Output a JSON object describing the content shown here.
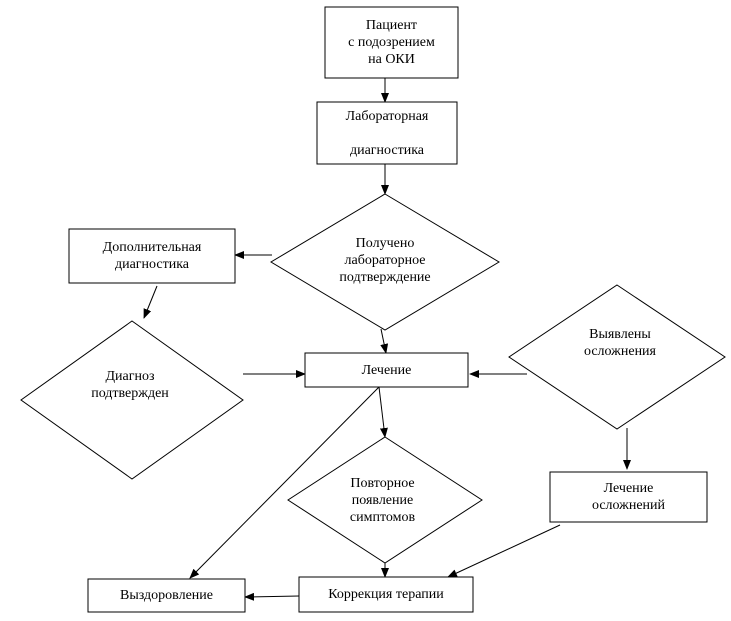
{
  "nodes": {
    "patient": {
      "text": "Пациент\nс подозрением\nна ОКИ",
      "shape": "rect"
    },
    "lab_diagnostics": {
      "text": "Лабораторная\n\nдиагностика",
      "shape": "rect"
    },
    "lab_confirmed": {
      "text": "Получено\nлабораторное\nподтверждение",
      "shape": "diamond"
    },
    "extra_diagnostics": {
      "text": "Дополнительная\nдиагностика",
      "shape": "rect"
    },
    "diagnosis_confirmed": {
      "text": "Диагноз\nподтвержден",
      "shape": "diamond"
    },
    "treatment": {
      "text": "Лечение",
      "shape": "rect"
    },
    "complications_found": {
      "text": "Выявлены\nосложнения",
      "shape": "diamond"
    },
    "recurrence": {
      "text": "Повторное\nпоявление\nсимптомов",
      "shape": "diamond"
    },
    "complications_treatment": {
      "text": "Лечение\nосложнений",
      "shape": "rect"
    },
    "recovery": {
      "text": "Выздоровление",
      "shape": "rect"
    },
    "therapy_correction": {
      "text": "Коррекция терапии",
      "shape": "rect"
    }
  },
  "edges": [
    {
      "from": "patient",
      "to": "lab_diagnostics"
    },
    {
      "from": "lab_diagnostics",
      "to": "lab_confirmed"
    },
    {
      "from": "lab_confirmed",
      "to": "extra_diagnostics"
    },
    {
      "from": "lab_confirmed",
      "to": "treatment"
    },
    {
      "from": "extra_diagnostics",
      "to": "diagnosis_confirmed"
    },
    {
      "from": "diagnosis_confirmed",
      "to": "treatment"
    },
    {
      "from": "complications_found",
      "to": "treatment"
    },
    {
      "from": "complications_found",
      "to": "complications_treatment"
    },
    {
      "from": "treatment",
      "to": "recurrence"
    },
    {
      "from": "treatment",
      "to": "recovery"
    },
    {
      "from": "recurrence",
      "to": "therapy_correction"
    },
    {
      "from": "complications_treatment",
      "to": "therapy_correction"
    },
    {
      "from": "therapy_correction",
      "to": "recovery"
    }
  ]
}
